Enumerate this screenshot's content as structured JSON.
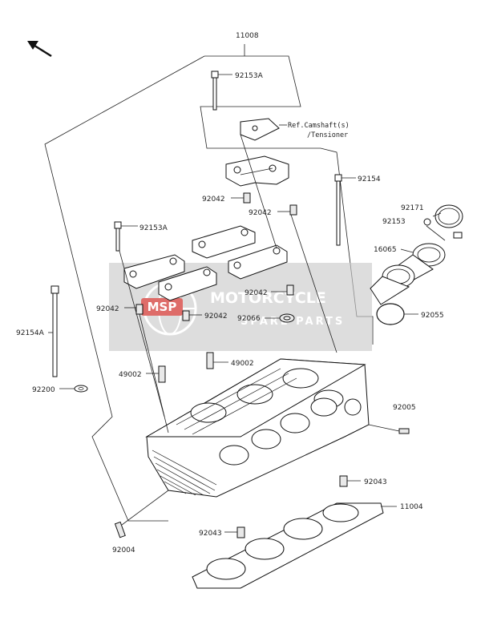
{
  "watermark": {
    "logo_text": "MSP",
    "line1": "MOTORCYCLE",
    "line2": "SPARE PARTS"
  },
  "labels": {
    "p11008": "11008",
    "p92153a_top": "92153A",
    "ref_camshaft": "Ref.Camshaft(s)",
    "ref_tensioner": "/Tensioner",
    "p92154": "92154",
    "p92042_a": "92042",
    "p92042_b": "92042",
    "p92171": "92171",
    "p92153": "92153",
    "p92153a_mid": "92153A",
    "p16065": "16065",
    "p92042_c": "92042",
    "p92042_d": "92042",
    "p92042_e": "92042",
    "p92066": "92066",
    "p92055": "92055",
    "p92154a": "92154A",
    "p49002_a": "49002",
    "p49002_b": "49002",
    "p92200": "92200",
    "p92005": "92005",
    "p92043_a": "92043",
    "p11004": "11004",
    "p92043_b": "92043",
    "p92004": "92004"
  },
  "colors": {
    "watermark_bg": "#c9c9c9",
    "watermark_accent": "#d9534f"
  }
}
